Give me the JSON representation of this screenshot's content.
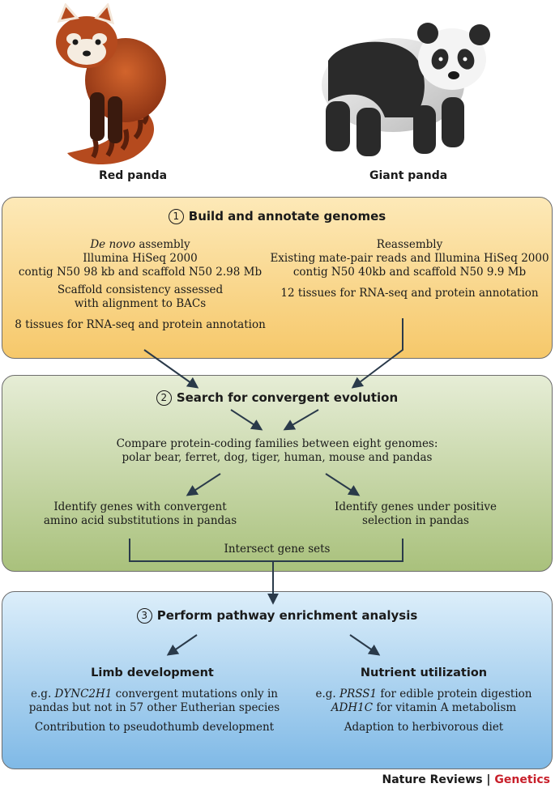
{
  "animals": {
    "red_panda_label": "Red panda",
    "giant_panda_label": "Giant panda"
  },
  "step1": {
    "number": "1",
    "title": "Build and annotate genomes",
    "left": {
      "line1_italic": "De novo",
      "line1_rest": " assembly",
      "line2": "Illumina HiSeq 2000",
      "line3": "contig N50 98 kb and scaffold N50 2.98 Mb",
      "line4": "Scaffold consistency assessed",
      "line5": "with alignment to BACs",
      "line6": "8 tissues for RNA-seq and protein annotation"
    },
    "right": {
      "line1": "Reassembly",
      "line2": "Existing mate-pair reads and Illumina HiSeq 2000",
      "line3": "contig N50 40kb and scaffold N50 9.9 Mb",
      "line4": "12 tissues for RNA-seq and protein annotation"
    }
  },
  "step2": {
    "number": "2",
    "title": "Search for convergent evolution",
    "compare1": "Compare protein-coding families between eight genomes:",
    "compare2": "polar bear, ferret, dog, tiger, human, mouse and pandas",
    "left1": "Identify genes with convergent",
    "left2": "amino acid substitutions in pandas",
    "right1": "Identify genes under positive",
    "right2": "selection in pandas",
    "intersect": "Intersect gene sets"
  },
  "step3": {
    "number": "3",
    "title": "Perform pathway enrichment analysis",
    "left_title": "Limb development",
    "left1_prefix": "e.g. ",
    "left1_gene": "DYNC2H1",
    "left1_rest": " convergent mutations only in",
    "left2": "pandas but not in 57 other Eutherian species",
    "left3": "Contribution to pseudothumb development",
    "right_title": "Nutrient utilization",
    "right1_prefix": "e.g. ",
    "right1_gene": "PRSS1",
    "right1_rest": " for edible protein digestion",
    "right2_gene": "ADH1C",
    "right2_rest": " for vitamin A metabolism",
    "right3": "Adaption to herbivorous diet"
  },
  "credit": {
    "journal": "Nature Reviews",
    "separator": " | ",
    "section": "Genetics"
  },
  "colors": {
    "box1": "#f6c86a",
    "box2": "#a9c17c",
    "box3": "#7fb9e6",
    "red_panda": "#b5461e",
    "credit_accent": "#c8202b"
  }
}
